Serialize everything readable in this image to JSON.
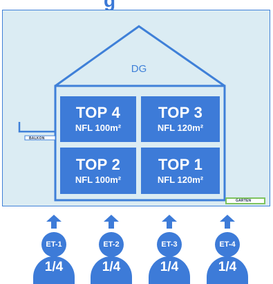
{
  "header": {
    "title_fragment": "g"
  },
  "building": {
    "roof_label": "DG",
    "units": [
      {
        "name": "TOP 4",
        "area": "NFL 100m²"
      },
      {
        "name": "TOP 3",
        "area": "NFL 120m²"
      },
      {
        "name": "TOP 2",
        "area": "NFL 100m²"
      },
      {
        "name": "TOP 1",
        "area": "NFL 120m²"
      }
    ],
    "balcony_label": "BALKON",
    "garden_label": "GARTEN"
  },
  "owners": [
    {
      "label": "ET-1",
      "share": "1/4"
    },
    {
      "label": "ET-2",
      "share": "1/4"
    },
    {
      "label": "ET-3",
      "share": "1/4"
    },
    {
      "label": "ET-4",
      "share": "1/4"
    }
  ],
  "colors": {
    "primary": "#3d7bd8",
    "panel_bg": "#dbecf3",
    "garden": "#7ec35f"
  }
}
